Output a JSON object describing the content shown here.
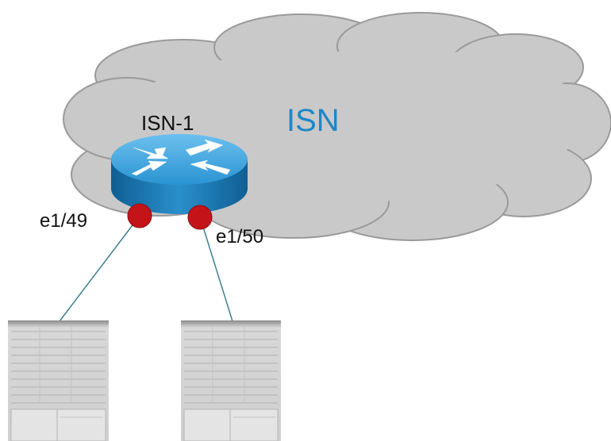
{
  "diagram": {
    "cloud_label": "ISN",
    "router_label": "ISN-1",
    "ports": [
      {
        "name": "e1/49"
      },
      {
        "name": "e1/50"
      }
    ]
  },
  "colors": {
    "cloud_fill": "#c9c9c9",
    "cloud_stroke": "#9a9a9a",
    "cloud_text": "#1f86c8",
    "router_top": "#3fa3dc",
    "router_side": "#1d7fb8",
    "port_dot": "#c4141a",
    "link_line": "#3f7f90",
    "chassis": "#d6d6d6"
  },
  "icons": {
    "router": "router-icon",
    "switch": "switch-chassis-icon"
  }
}
